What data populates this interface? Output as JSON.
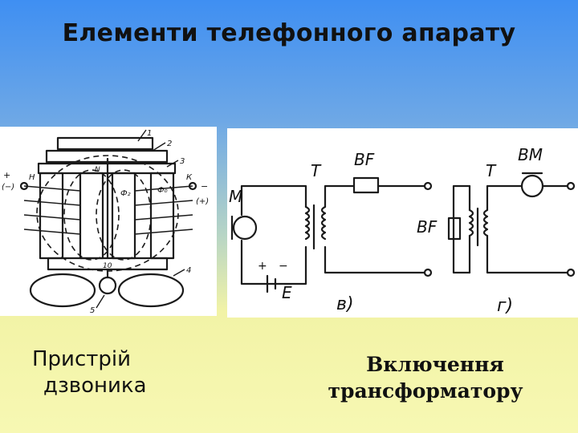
{
  "slide": {
    "title": "Елементи телефонного апарату",
    "left_caption": {
      "line1": "Пристрій",
      "line2": "дзвоника"
    },
    "right_caption": {
      "line1": "Включення",
      "line2": "трансформатору"
    }
  },
  "bell_diagram": {
    "callouts": [
      "1",
      "2",
      "3",
      "4",
      "5"
    ],
    "terminal_left": "Н",
    "terminal_right": "К",
    "sign_left_top": "+",
    "sign_left_bottom": "(−)",
    "sign_right_top": "−",
    "sign_right_bottom": "(+)",
    "flux_1": "Ф₂",
    "flux_2": "Ф₀",
    "pole_label": "N",
    "bottom_label": "10"
  },
  "transformer_diagram": {
    "microphone": "M",
    "transformer_b": "T",
    "earpiece_b": "BF",
    "battery_label": "E",
    "battery_plus": "+",
    "battery_minus": "−",
    "label_b": "в)",
    "transformer_g": "T",
    "earpiece_g": "BF",
    "microphone_g": "BM",
    "label_g": "г)"
  }
}
